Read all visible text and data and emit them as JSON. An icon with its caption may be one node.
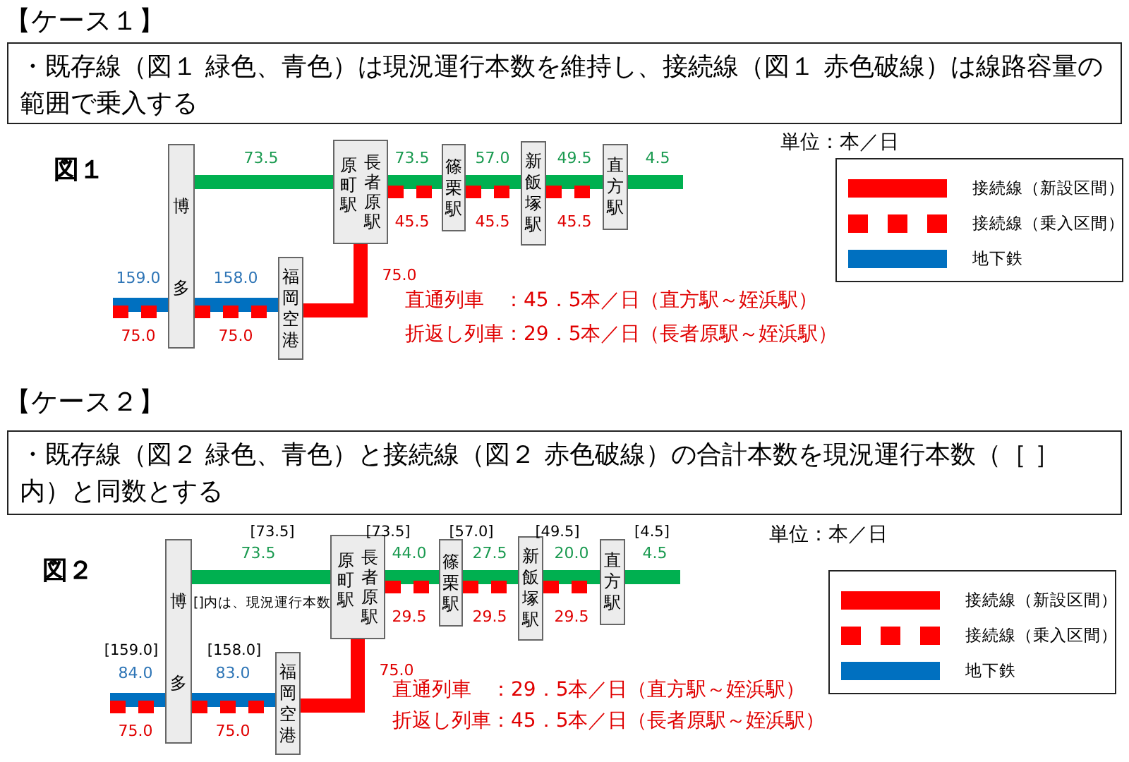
{
  "diagram": {
    "nodes": [
      {
        "text": [
          "・既存線（図１ 緑色、青色）は現況運行本数を維持し、接続線（図１ 赤色破線）は線路容量の範囲で乗入する"
        ]
      },
      {
        "text": [
          "博多"
        ]
      },
      {
        "text": [
          "原町駅",
          "長者原駅"
        ]
      },
      {
        "text": [
          "篠栗駅"
        ]
      },
      {
        "text": [
          "新飯塚駅"
        ]
      },
      {
        "text": [
          "直方駅"
        ]
      },
      {
        "text": [
          "福岡空港"
        ]
      },
      {
        "text": [
          "・既存線（図２ 緑色、青色）と接続線（図２ 赤色破線）の合計本数を現況運行本数（［ ］内）と同数とする"
        ]
      },
      {
        "text": [
          "博多"
        ]
      },
      {
        "text": [
          "原町駅",
          "長者原駅"
        ]
      },
      {
        "text": [
          "篠栗駅"
        ]
      },
      {
        "text": [
          "新飯塚駅"
        ]
      },
      {
        "text": [
          "直方駅"
        ]
      },
      {
        "text": [
          "福岡空港"
        ]
      }
    ],
    "edges": [
      {
        "from": 1,
        "to": 2,
        "arrow": "none",
        "label": "73.5",
        "color": "#00b050"
      },
      {
        "from": 2,
        "to": 3,
        "arrow": "none",
        "label": "73.5",
        "color": "#00b050"
      },
      {
        "from": 3,
        "to": 4,
        "arrow": "none",
        "label": "57.0",
        "color": "#00b050"
      },
      {
        "from": 4,
        "to": 5,
        "arrow": "none",
        "label": "49.5",
        "color": "#00b050"
      },
      {
        "from": 5,
        "to": null,
        "arrow": "none",
        "label": "4.5",
        "color": "#00b050"
      },
      {
        "from": 2,
        "to": 3,
        "arrow": "none",
        "label": "45.5",
        "style": "dashed",
        "color": "#ff0000"
      },
      {
        "from": 3,
        "to": 4,
        "arrow": "none",
        "label": "45.5",
        "style": "dashed",
        "color": "#ff0000"
      },
      {
        "from": 4,
        "to": 5,
        "arrow": "none",
        "label": "45.5",
        "style": "dashed",
        "color": "#ff0000"
      },
      {
        "from": null,
        "to": 1,
        "arrow": "none",
        "label": "159.0",
        "color": "#0070c0"
      },
      {
        "from": 1,
        "to": 6,
        "arrow": "none",
        "label": "158.0",
        "color": "#0070c0"
      },
      {
        "from": null,
        "to": 1,
        "arrow": "none",
        "label": "75.0",
        "style": "dashed",
        "color": "#ff0000"
      },
      {
        "from": 1,
        "to": 6,
        "arrow": "none",
        "label": "75.0",
        "style": "dashed",
        "color": "#ff0000"
      },
      {
        "from": 6,
        "to": 2,
        "arrow": "none",
        "label": "75.0",
        "color": "#ff0000"
      },
      {
        "from": 8,
        "to": 9,
        "arrow": "none",
        "label": "73.5",
        "color": "#00b050"
      },
      {
        "from": 9,
        "to": 10,
        "arrow": "none",
        "label": "44.0",
        "color": "#00b050"
      },
      {
        "from": 10,
        "to": 11,
        "arrow": "none",
        "label": "27.5",
        "color": "#00b050"
      },
      {
        "from": 11,
        "to": 12,
        "arrow": "none",
        "label": "20.0",
        "color": "#00b050"
      },
      {
        "from": 12,
        "to": null,
        "arrow": "none",
        "label": "4.5",
        "color": "#00b050"
      },
      {
        "from": 9,
        "to": 10,
        "arrow": "none",
        "label": "29.5",
        "style": "dashed",
        "color": "#ff0000"
      },
      {
        "from": 10,
        "to": 11,
        "arrow": "none",
        "label": "29.5",
        "style": "dashed",
        "color": "#ff0000"
      },
      {
        "from": 11,
        "to": 12,
        "arrow": "none",
        "label": "29.5",
        "style": "dashed",
        "color": "#ff0000"
      },
      {
        "from": null,
        "to": 8,
        "arrow": "none",
        "label": "84.0",
        "color": "#0070c0"
      },
      {
        "from": 8,
        "to": 13,
        "arrow": "none",
        "label": "83.0",
        "color": "#0070c0"
      },
      {
        "from": null,
        "to": 8,
        "arrow": "none",
        "label": "75.0",
        "style": "dashed",
        "color": "#ff0000"
      },
      {
        "from": 8,
        "to": 13,
        "arrow": "none",
        "label": "75.0",
        "style": "dashed",
        "color": "#ff0000"
      },
      {
        "from": 13,
        "to": 9,
        "arrow": "none",
        "label": "75.0",
        "color": "#ff0000"
      }
    ],
    "labels": [
      "【ケース１】",
      "図１",
      "単位：本／日",
      "直通列車　：45．5本／日（直方駅～姪浜駅）",
      "折返し列車：29．5本／日（長者原駅～姪浜駅）",
      "【ケース２】",
      "図２",
      "[73.5]",
      "[73.5]",
      "[57.0]",
      "[49.5]",
      "[4.5]",
      "単位：本／日",
      "[]内は、現況運行本数",
      "[159.0]",
      "[158.0]",
      "直通列車　：29．5本／日（直方駅～姪浜駅）",
      "折返し列車：45．5本／日（長者原駅～姪浜駅）"
    ],
    "legend": [
      {
        "text": "接続線（新設区間）",
        "color": "#ff0000"
      },
      {
        "text": "接続線（乗入区間）",
        "color": "#ff0000"
      },
      {
        "text": "地下鉄",
        "color": "#0070c0"
      },
      {
        "text": "接続線（新設区間）",
        "color": "#ff0000"
      },
      {
        "text": "接続線（乗入区間）",
        "color": "#ff0000"
      },
      {
        "text": "地下鉄",
        "color": "#0070c0"
      }
    ]
  }
}
